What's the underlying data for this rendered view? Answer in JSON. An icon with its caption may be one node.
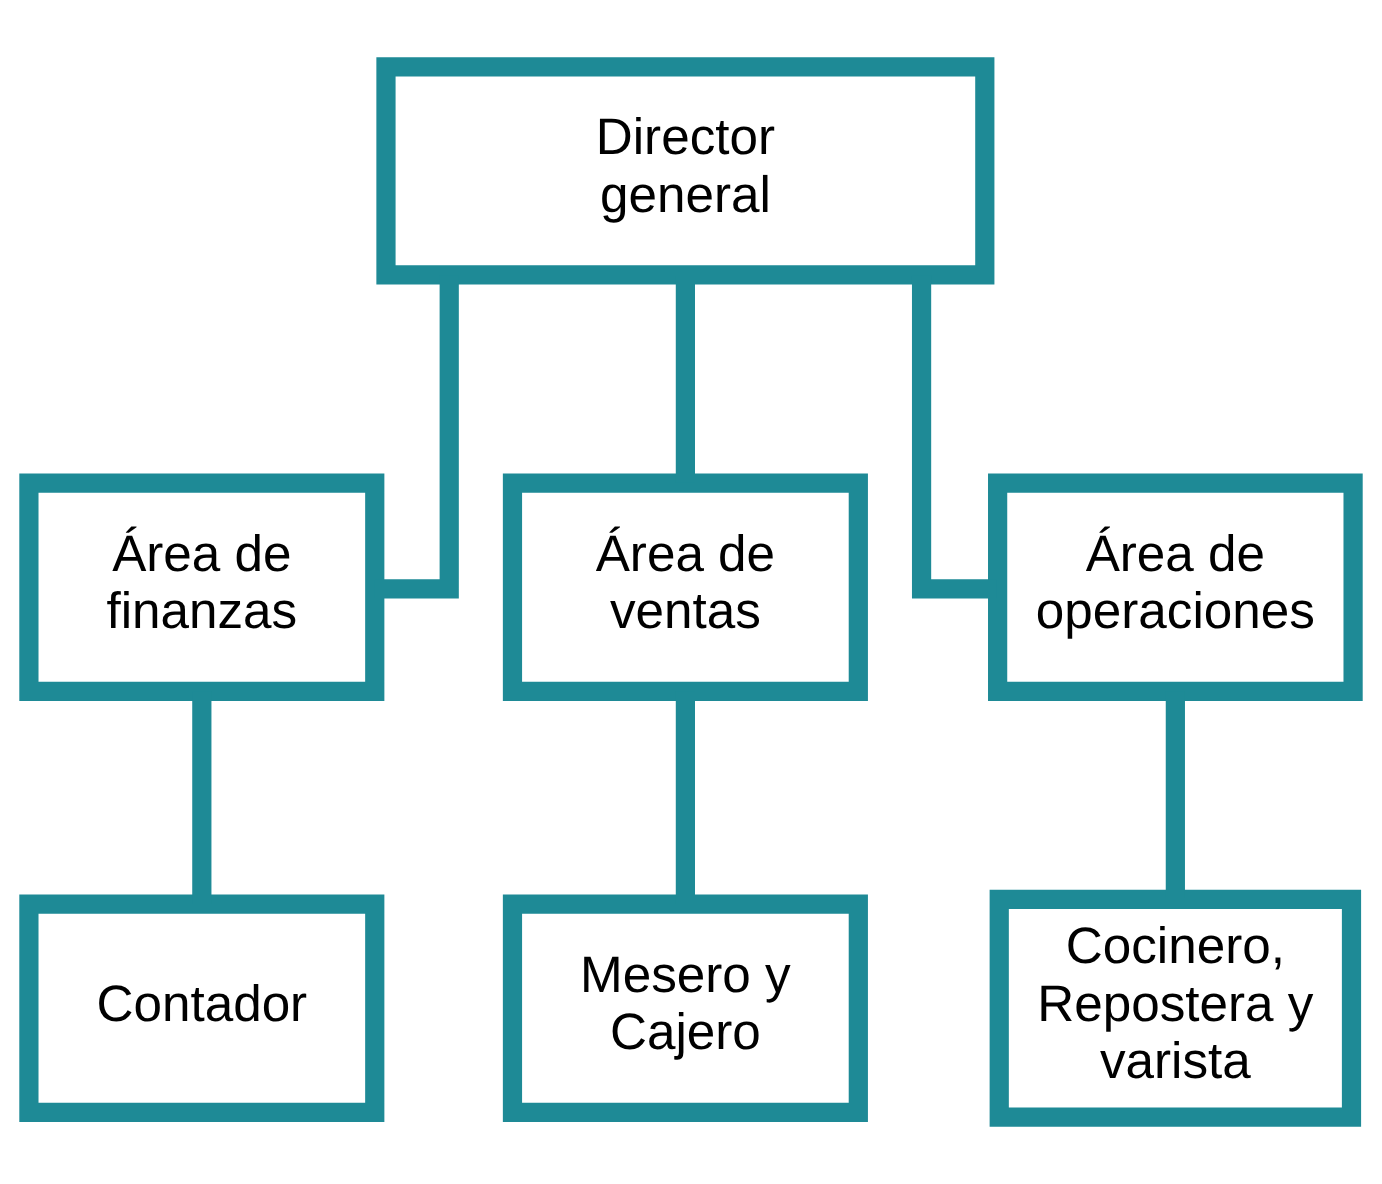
{
  "diagram": {
    "nodes": [
      {
        "text": [
          "Director general"
        ]
      },
      {
        "text": [
          "Área de finanzas"
        ]
      },
      {
        "text": [
          "Área de ventas"
        ]
      },
      {
        "text": [
          "Área de operaciones"
        ]
      },
      {
        "text": [
          "Contador"
        ]
      },
      {
        "text": [
          "Mesero y Cajero"
        ]
      },
      {
        "text": [
          "Cocinero, Repostera y varista"
        ]
      }
    ],
    "edges": [
      {
        "from": 0,
        "to": 1,
        "arrow": "none"
      },
      {
        "from": 0,
        "to": 2,
        "arrow": "none"
      },
      {
        "from": 0,
        "to": 3,
        "arrow": "none"
      },
      {
        "from": 1,
        "to": 4,
        "arrow": "none"
      },
      {
        "from": 2,
        "to": 5,
        "arrow": "none"
      },
      {
        "from": 3,
        "to": 6,
        "arrow": "none"
      }
    ]
  }
}
